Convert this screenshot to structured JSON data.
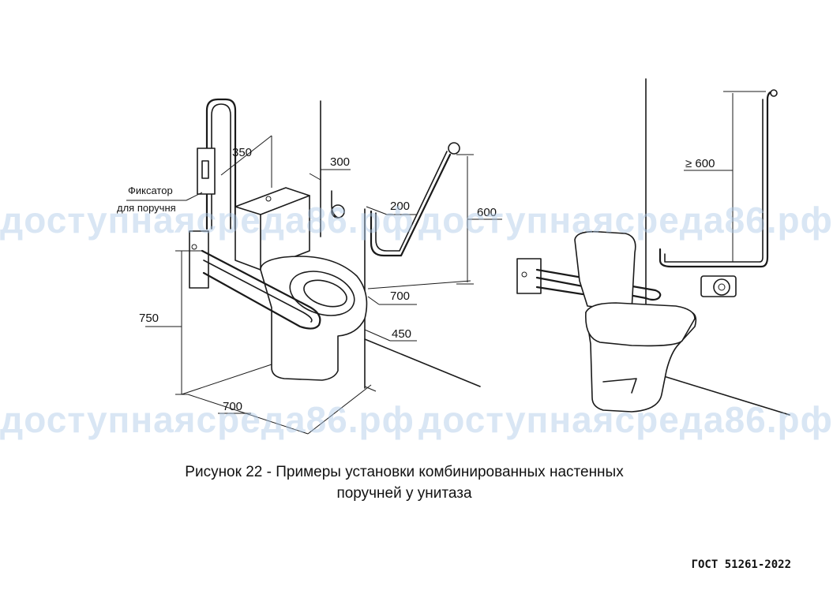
{
  "figure": {
    "dimensions": {
      "d350": "350",
      "d300": "300",
      "d200": "200",
      "d600_right": "600",
      "d750": "750",
      "d700_front": "700",
      "d450": "450",
      "d700_bottom": "700",
      "d600_min": "≥ 600"
    },
    "notes": {
      "latch_line1": "Фиксатор",
      "latch_line2": "для поручня"
    }
  },
  "watermarks": [
    "доступнаясреда86.рф",
    "доступнаясреда86.рф",
    "доступнаясреда86.рф",
    "доступнаясреда86.рф"
  ],
  "caption": {
    "line1": "Рисунок 22 - Примеры установки комбинированных настенных",
    "line2": "поручней у унитаза"
  },
  "standard": "ГОСТ 51261-2022"
}
